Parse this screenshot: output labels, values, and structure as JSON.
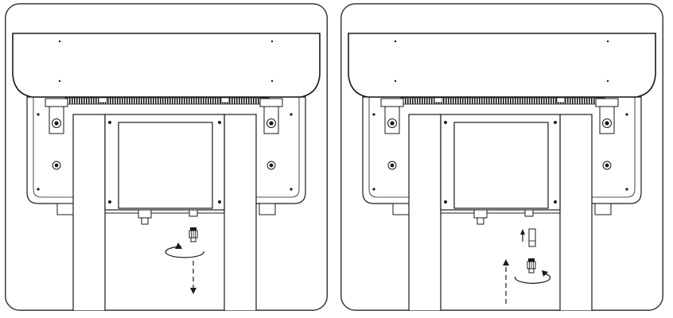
{
  "figure": {
    "panels": [
      {
        "id": "remove",
        "step_action": "unscrew-and-lower"
      },
      {
        "id": "install",
        "step_action": "raise-and-screw"
      }
    ],
    "icons": {
      "rotation": "rotate-arrow-icon",
      "direction_down": "arrow-down-icon",
      "direction_up": "arrow-up-icon",
      "component": "screw-connector-icon"
    },
    "colors": {
      "line": "#1a1a1a",
      "frame": "#3a3a3a",
      "background": "#ffffff"
    }
  }
}
